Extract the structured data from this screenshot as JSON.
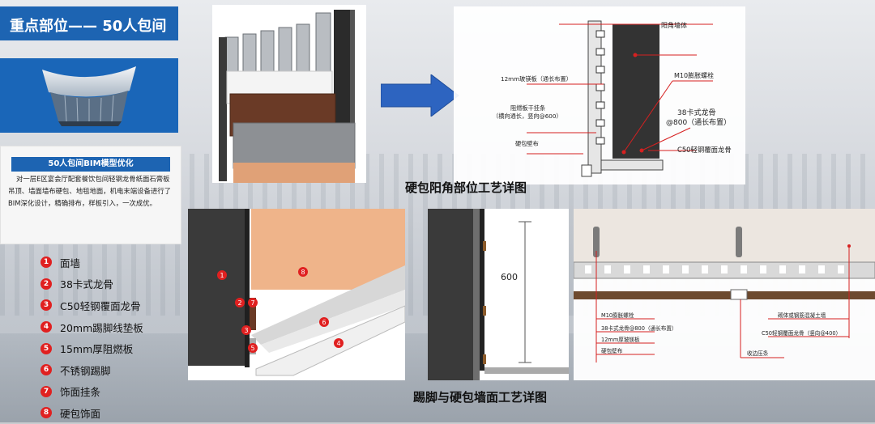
{
  "header": {
    "title": "重点部位—— 50人包间"
  },
  "description": {
    "title": "50人包间BIM模型优化",
    "text": "对一层E区宴会厅配套餐饮包间轻钢龙骨纸面石膏板吊顶、墙面墙布硬包、地毯地面，机电末端设备进行了BIM深化设计，精确排布，样板引入，一次成优。"
  },
  "legend": [
    {
      "num": "1",
      "label": "面墙"
    },
    {
      "num": "2",
      "label": "38卡式龙骨"
    },
    {
      "num": "3",
      "label": "C50轻钢覆面龙骨"
    },
    {
      "num": "4",
      "label": "20mm踢脚线垫板"
    },
    {
      "num": "5",
      "label": "15mm厚阻燃板"
    },
    {
      "num": "6",
      "label": "不锈钢踢脚"
    },
    {
      "num": "7",
      "label": "饰面挂条"
    },
    {
      "num": "8",
      "label": "硬包饰面"
    }
  ],
  "detail1": {
    "caption": "硬包阳角部位工艺详图",
    "labels": {
      "corner_wall": "阳角墙体",
      "bolt": "M10膨胀螺栓",
      "board": "12mm玻镁板（通长布置）",
      "hanger_1": "阻燃板干挂条",
      "hanger_2": "（横向通长，竖向@600）",
      "keel38_1": "38卡式龙骨",
      "keel38_2": "@800（通长布置）",
      "fabric": "硬包壁布",
      "c50": "C50轻钢覆面龙骨"
    }
  },
  "detail2": {
    "caption": "踢脚与硬包墙面工艺详图",
    "height_dim": "600",
    "markers": [
      "1",
      "8",
      "2",
      "7",
      "6",
      "3",
      "5",
      "4"
    ]
  },
  "detail3": {
    "labels": {
      "bolt": "M10膨胀螺栓",
      "keel38": "38卡式龙骨@800（通长布置）",
      "board": "12mm厚玻镁板",
      "fabric": "硬包壁布",
      "wall": "砌体或钢筋混凝土墙",
      "c50": "C50轻钢覆面龙骨（竖向@400）",
      "strip": "收边压条"
    }
  },
  "colors": {
    "accent_blue": "#1d64b2",
    "marker_red": "#e02020",
    "guide_red": "#d62020",
    "panel_orange": "#efb48a"
  }
}
